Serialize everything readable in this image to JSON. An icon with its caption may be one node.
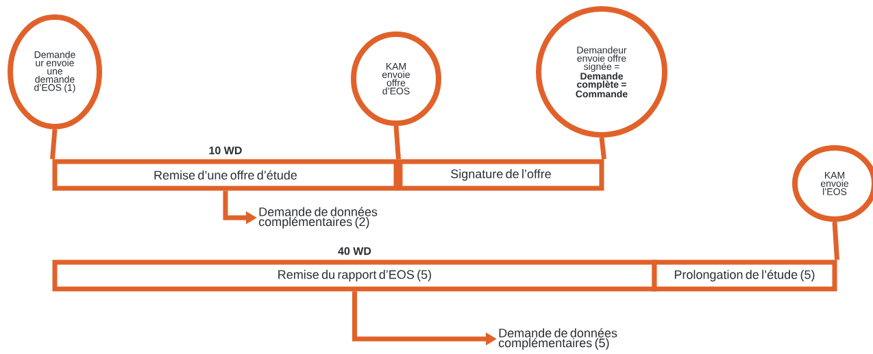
{
  "diagram": {
    "nodes": [
      {
        "text": [
          "Demande ur envoie une demande d’EOS (1)"
        ]
      },
      {
        "text": [
          "KAM envoie offre d’EOS"
        ]
      },
      {
        "text": [
          "Demandeur envoie offre signée = **Demande complète = Commande**"
        ]
      },
      {
        "text": [
          "KAM envoie l’EOS"
        ]
      },
      {
        "text": [
          "Remise d’une offre d’étude"
        ],
        "beside": [
          "10 WD"
        ]
      },
      {
        "text": [
          "Signature de l’offre"
        ]
      },
      {
        "text": [
          "Demande de données complémentaires (2)"
        ]
      },
      {
        "text": [
          "Remise du rapport d’EOS (5)"
        ],
        "beside": [
          "40 WD"
        ]
      },
      {
        "text": [
          "Prolongation de l’étude (5)"
        ]
      },
      {
        "text": [
          "Demande de données complémentaires (5)"
        ]
      }
    ],
    "edges": [
      {
        "from": 0,
        "to": 4,
        "arrow": "none"
      },
      {
        "from": 1,
        "to": 4,
        "arrow": "none"
      },
      {
        "from": 2,
        "to": 5,
        "arrow": "none"
      },
      {
        "from": 3,
        "to": 8,
        "arrow": "none"
      },
      {
        "from": 4,
        "to": 6,
        "arrow": "to"
      },
      {
        "from": 7,
        "to": 9,
        "arrow": "to"
      }
    ]
  }
}
